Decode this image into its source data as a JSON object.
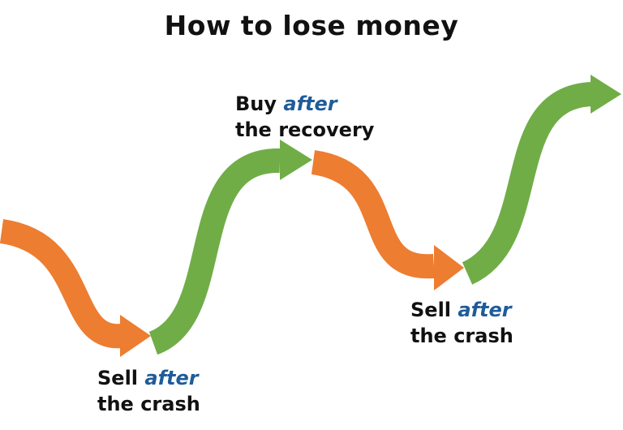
{
  "title": "How to lose money",
  "colors": {
    "down_arrow": "#ED7D31",
    "up_arrow": "#70AD47",
    "accent_text": "#1F5C99",
    "text": "#111111"
  },
  "labels": {
    "buy": {
      "prefix": "Buy",
      "accent": "after",
      "line2": "the recovery"
    },
    "sell_first": {
      "prefix": "Sell",
      "accent": "after",
      "line2": "the crash"
    },
    "sell_second": {
      "prefix": "Sell",
      "accent": "after",
      "line2": "the crash"
    }
  }
}
